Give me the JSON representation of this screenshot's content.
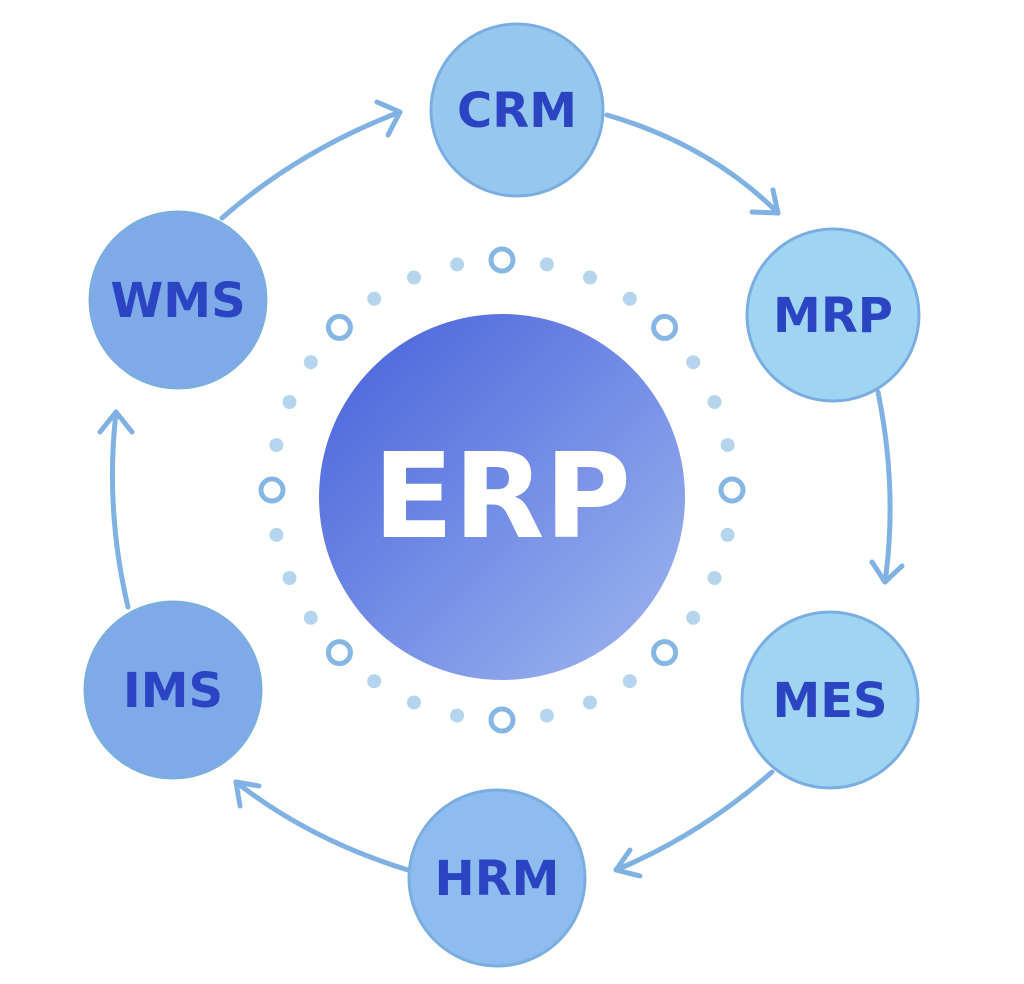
{
  "center": {
    "label": "ERP"
  },
  "modules": [
    {
      "id": "crm",
      "label": "CRM",
      "fill": "#95c7ef"
    },
    {
      "id": "mrp",
      "label": "MRP",
      "fill": "#9fd5f2"
    },
    {
      "id": "mes",
      "label": "MES",
      "fill": "#9fd5f2"
    },
    {
      "id": "hrm",
      "label": "HRM",
      "fill": "#8fbcee"
    },
    {
      "id": "ims",
      "label": "IMS",
      "fill": "#80a9ea"
    },
    {
      "id": "wms",
      "label": "WMS",
      "fill": "#80a9ea"
    }
  ],
  "colors": {
    "text": "#2a44c2",
    "arrow": "#7fb2e2",
    "border": "#7aaee0",
    "erp_start": "#4660db",
    "erp_end": "#a0b8ef"
  }
}
